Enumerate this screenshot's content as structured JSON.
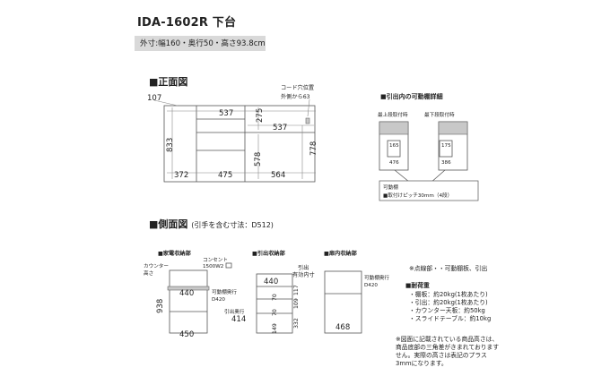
{
  "product": {
    "model": "IDA-1602R 下台",
    "dimensions": "外寸:幅160・奥行50・高さ93.8cm"
  },
  "front_view": {
    "title": "■正面図",
    "dims": {
      "left_offset": "107",
      "top_drawer": "537",
      "top_right": "537",
      "inner_width": "275",
      "height_left": "833",
      "height_total": "778",
      "height_right": "578",
      "width_1": "372",
      "width_2": "475",
      "width_3": "564"
    },
    "cord_hole_label_1": "コード穴位置",
    "cord_hole_label_2": "外側から63"
  },
  "shelf_detail": {
    "title": "■引出内の可動棚詳細",
    "top_label": "最上段取付時",
    "bottom_label": "最下段取付時",
    "top_dims": [
      "165",
      "476"
    ],
    "bottom_dims": [
      "175",
      "386"
    ],
    "note_1": "可動棚",
    "note_2": "■取付けピッチ30mm（4段）"
  },
  "side_view": {
    "title": "■側面図",
    "subtitle": "(引手を含む寸法：D512)",
    "appliance": {
      "title": "■家電収納部",
      "outlet_1": "コンセント",
      "outlet_2": "1500W2",
      "counter_1": "カウンター",
      "counter_2": "高さ",
      "width_top": "440",
      "width_bottom": "450",
      "height": "938",
      "shelf_depth_1": "可動棚奥行",
      "shelf_depth_2": "D420",
      "drawer_depth_1": "引出奥行",
      "drawer_depth_2": "414"
    },
    "drawer": {
      "title": "■引出収納部",
      "width": "440",
      "drawer_label_1": "引出",
      "drawer_label_2": "有効内寸",
      "h1": "70",
      "h2": "70",
      "h3": "149",
      "h4": "117",
      "h5": "109",
      "h6": "332"
    },
    "cabinet": {
      "title": "■扉内収納部",
      "shelf_1": "可動棚奥行",
      "shelf_2": "D420",
      "width": "468"
    }
  },
  "notes": {
    "items": "※点線部・・可動棚板、引出",
    "load_title": "■耐荷重",
    "loads": [
      "・棚板：約20kg(1枚あたり)",
      "・引出：約20kg(1枚あたり)",
      "・カウンター天板：約50kg",
      "・スライドテーブル：約10kg"
    ],
    "disclaimer": [
      "※図面に記載されている商品高さは、",
      "商品底部の三角差がきまれております",
      "せん。実際の高さは表記のプラス",
      "3mmになります。"
    ]
  }
}
